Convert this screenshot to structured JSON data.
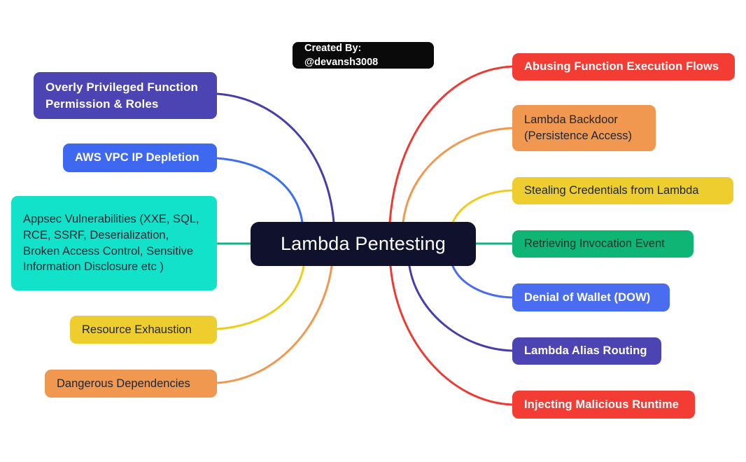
{
  "badge": {
    "label": "Created By: @devansh3008",
    "bg": "#0a0a0a",
    "fg": "#ffffff"
  },
  "center": {
    "label": "Lambda Pentesting",
    "bg": "#10122d",
    "fg": "#ffffff"
  },
  "left_nodes": {
    "overly_privileged": {
      "label": "Overly Privileged Function Permission & Roles",
      "bg": "#4b44b2",
      "fg": "#ffffff"
    },
    "aws_vpc": {
      "label": "AWS VPC IP Depletion",
      "bg": "#3e68f0",
      "fg": "#ffffff"
    },
    "appsec": {
      "label": "Appsec Vulnerabilities (XXE, SQL, RCE, SSRF, Deserialization, Broken Access Control, Sensitive Information Disclosure etc )",
      "bg": "#12e2c9",
      "fg": "#1d2532"
    },
    "resource_exhaustion": {
      "label": "Resource Exhaustion",
      "bg": "#eecd2e",
      "fg": "#1d2532"
    },
    "dangerous_dependencies": {
      "label": "Dangerous Dependencies",
      "bg": "#f09850",
      "fg": "#1d2532"
    }
  },
  "right_nodes": {
    "abusing_flows": {
      "label": "Abusing Function Execution Flows",
      "bg": "#f23c34",
      "fg": "#ffffff"
    },
    "lambda_backdoor": {
      "label": "Lambda Backdoor (Persistence Access)",
      "bg": "#f09850",
      "fg": "#1d2532"
    },
    "stealing_credentials": {
      "label": "Stealing Credentials from Lambda",
      "bg": "#eecd2e",
      "fg": "#1d2532"
    },
    "retrieving_event": {
      "label": "Retrieving Invocation Event",
      "bg": "#0fb574",
      "fg": "#14352a"
    },
    "denial_of_wallet": {
      "label": "Denial of Wallet (DOW)",
      "bg": "#4a6cf0",
      "fg": "#ffffff"
    },
    "alias_routing": {
      "label": "Lambda Alias Routing",
      "bg": "#4b44b2",
      "fg": "#ffffff"
    },
    "injecting_runtime": {
      "label": "Injecting Malicious Runtime",
      "bg": "#f23c34",
      "fg": "#ffffff"
    }
  },
  "edges": {
    "overly_privileged": "#453eab",
    "aws_vpc": "#3b6ff2",
    "appsec": "#0eb584",
    "resource_exhaustion": "#eecd1d",
    "dangerous_dependencies": "#f09850",
    "abusing_flows": "#ee3a34",
    "lambda_backdoor": "#f09850",
    "stealing_credentials": "#eecd1d",
    "retrieving_event": "#0eb584",
    "denial_of_wallet": "#4a6cf0",
    "alias_routing": "#453eab",
    "injecting_runtime": "#ee3a34"
  }
}
